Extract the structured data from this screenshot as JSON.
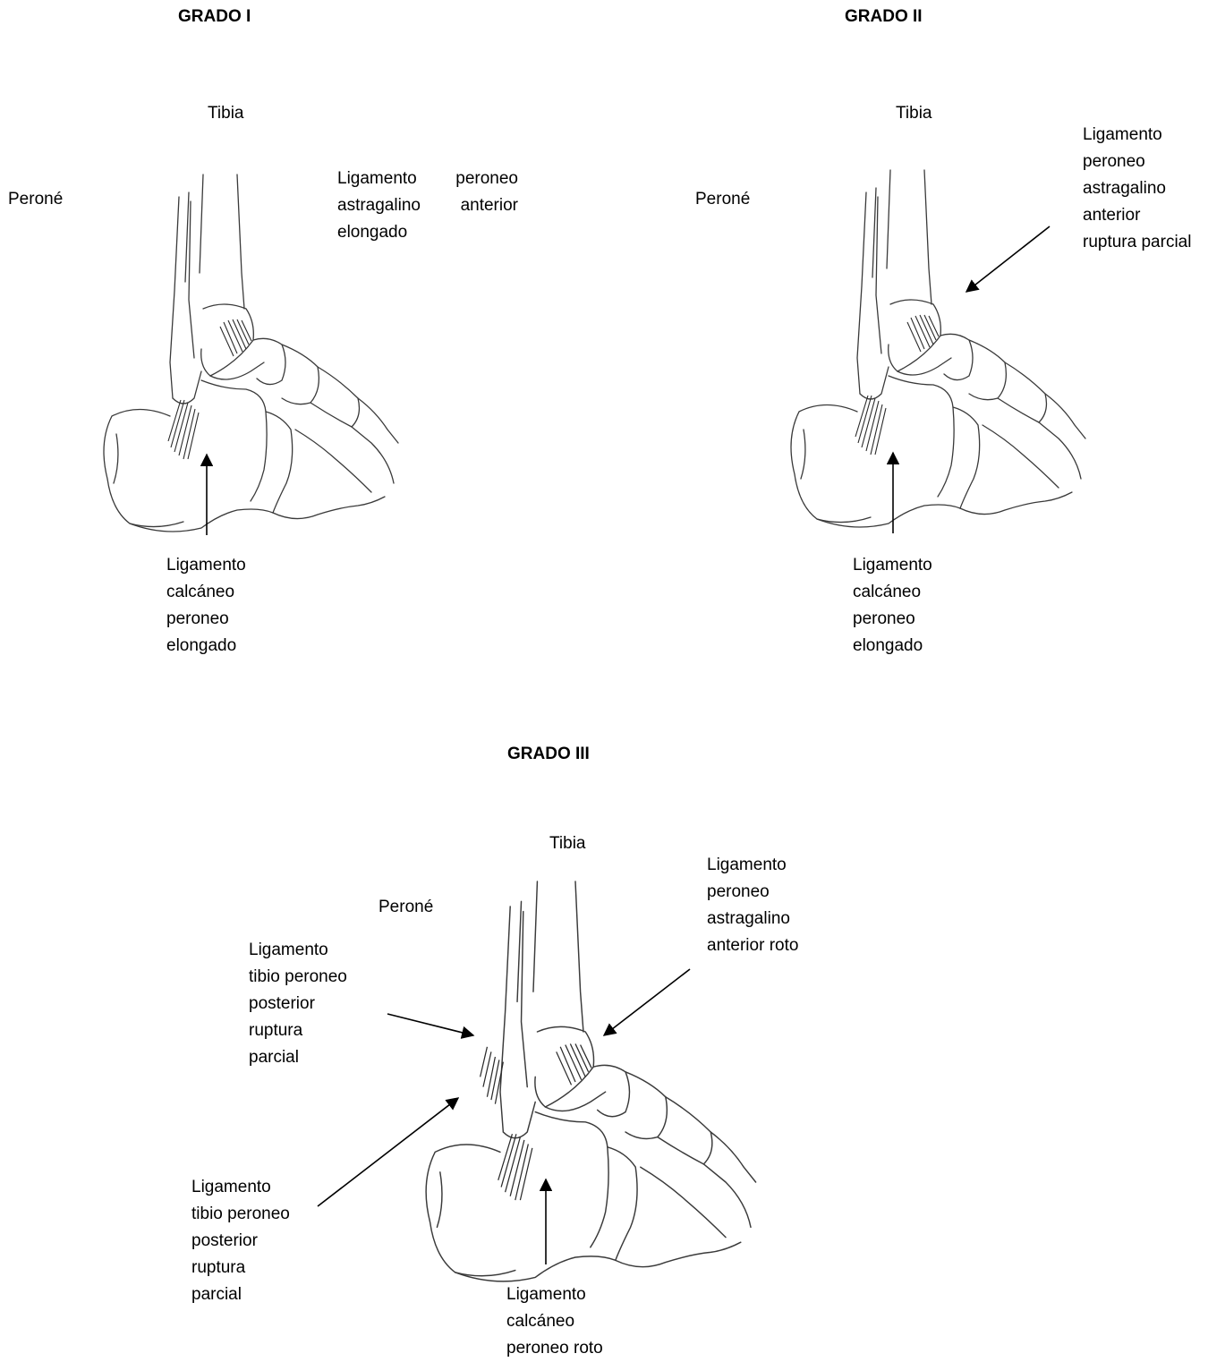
{
  "grade1": {
    "title": "GRADO I",
    "tibia": "Tibia",
    "perone": "Peroné",
    "label_anterior": "Ligamento peroneo astragalino anterior elongado",
    "label_calcaneo": "Ligamento\ncalcáneo\nperoneo\nelongado"
  },
  "grade2": {
    "title": "GRADO II",
    "tibia": "Tibia",
    "perone": "Peroné",
    "label_anterior": "Ligamento\nperoneo\nastragalino\nanterior\nruptura parcial",
    "label_calcaneo": "Ligamento\ncalcáneo\nperoneo\nelongado"
  },
  "grade3": {
    "title": "GRADO III",
    "tibia": "Tibia",
    "perone": "Peroné",
    "label_anterior": "Ligamento\nperoneo\nastragalino\nanterior roto",
    "label_posterior_upper": "Ligamento\ntibio  peroneo\nposterior\nruptura\nparcial",
    "label_posterior_lower": "Ligamento\ntibio  peroneo\nposterior\nruptura\nparcial",
    "label_calcaneo": "Ligamento\ncalcáneo\nperoneo roto"
  }
}
